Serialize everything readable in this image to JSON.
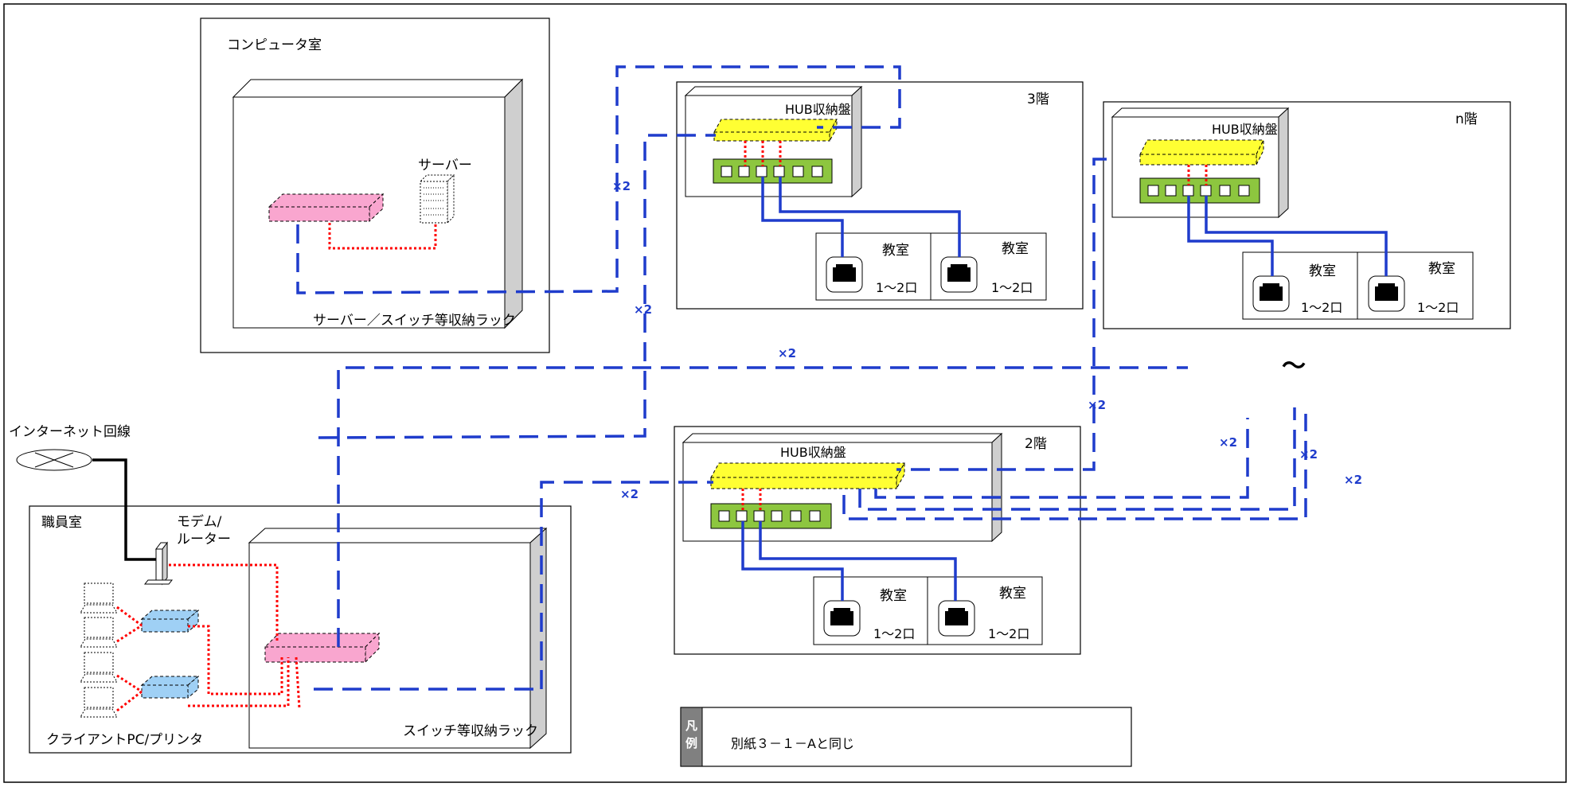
{
  "rooms": {
    "computer_room": "コンピュータ室",
    "server": "サーバー",
    "server_rack": "サーバー／スイッチ等収納ラック",
    "floor3": "3階",
    "floorN": "n階",
    "floor2": "2階",
    "hub_box": "HUB収納盤",
    "classroom": "教室",
    "outlet": "1〜2口",
    "internet": "インターネット回線",
    "staff_room": "職員室",
    "modem_line1": "モデム/",
    "modem_line2": "ルーター",
    "switch_rack": "スイッチ等収納ラック",
    "client": "クライアントPC/プリンタ"
  },
  "multipliers": {
    "m1": "×2",
    "m2": "×2",
    "m3": "×2",
    "m4": "×2",
    "m5": "×2",
    "m6": "×2",
    "m7": "×2",
    "m8": "×2"
  },
  "tilde": "〜",
  "legend": {
    "key_line1": "凡",
    "key_line2": "例",
    "text": "別紙３－１－Aと同じ"
  },
  "colors": {
    "dashed_line": "#1f3ccc",
    "solid_line": "#1f3ccc",
    "red_dotted": "#ff0000",
    "pink_switch": "#f9a6cf",
    "yellow_hub": "#ffff33",
    "green_panel": "#8dc63f",
    "blue_hub": "#9fd0f5",
    "rack_side": "#cfcfcf",
    "legend_key_bg": "#808080"
  }
}
